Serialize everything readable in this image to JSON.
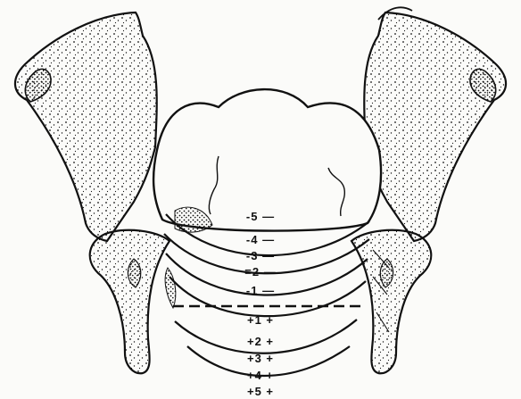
{
  "diagram": {
    "stations_above": [
      "-5 —",
      "-4 —",
      "-3 —",
      "=2 —",
      "-1 —"
    ],
    "stations_below": [
      "+1 +",
      "+2 +",
      "+3 +",
      "+4 +",
      "+5 +"
    ]
  },
  "colors": {
    "ink": "#111111",
    "paper": "#fbfbf9"
  }
}
